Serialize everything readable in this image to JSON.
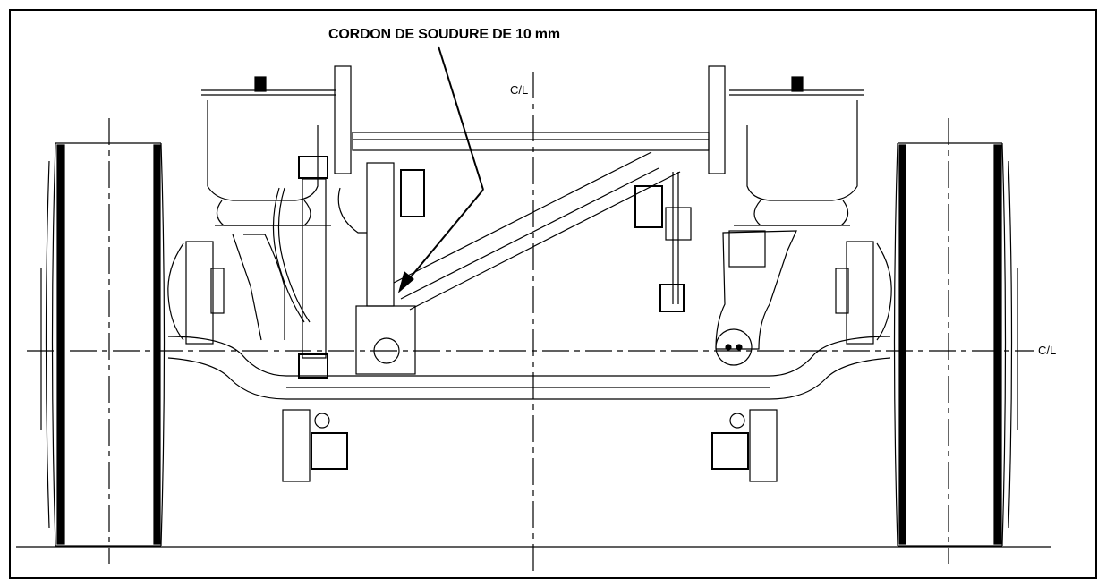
{
  "callout": {
    "text": "CORDON DE SOUDURE DE 10 mm"
  },
  "centerline_labels": {
    "vertical": "C/L",
    "horizontal": "C/L"
  },
  "colors": {
    "line": "#000000",
    "background": "#ffffff"
  }
}
